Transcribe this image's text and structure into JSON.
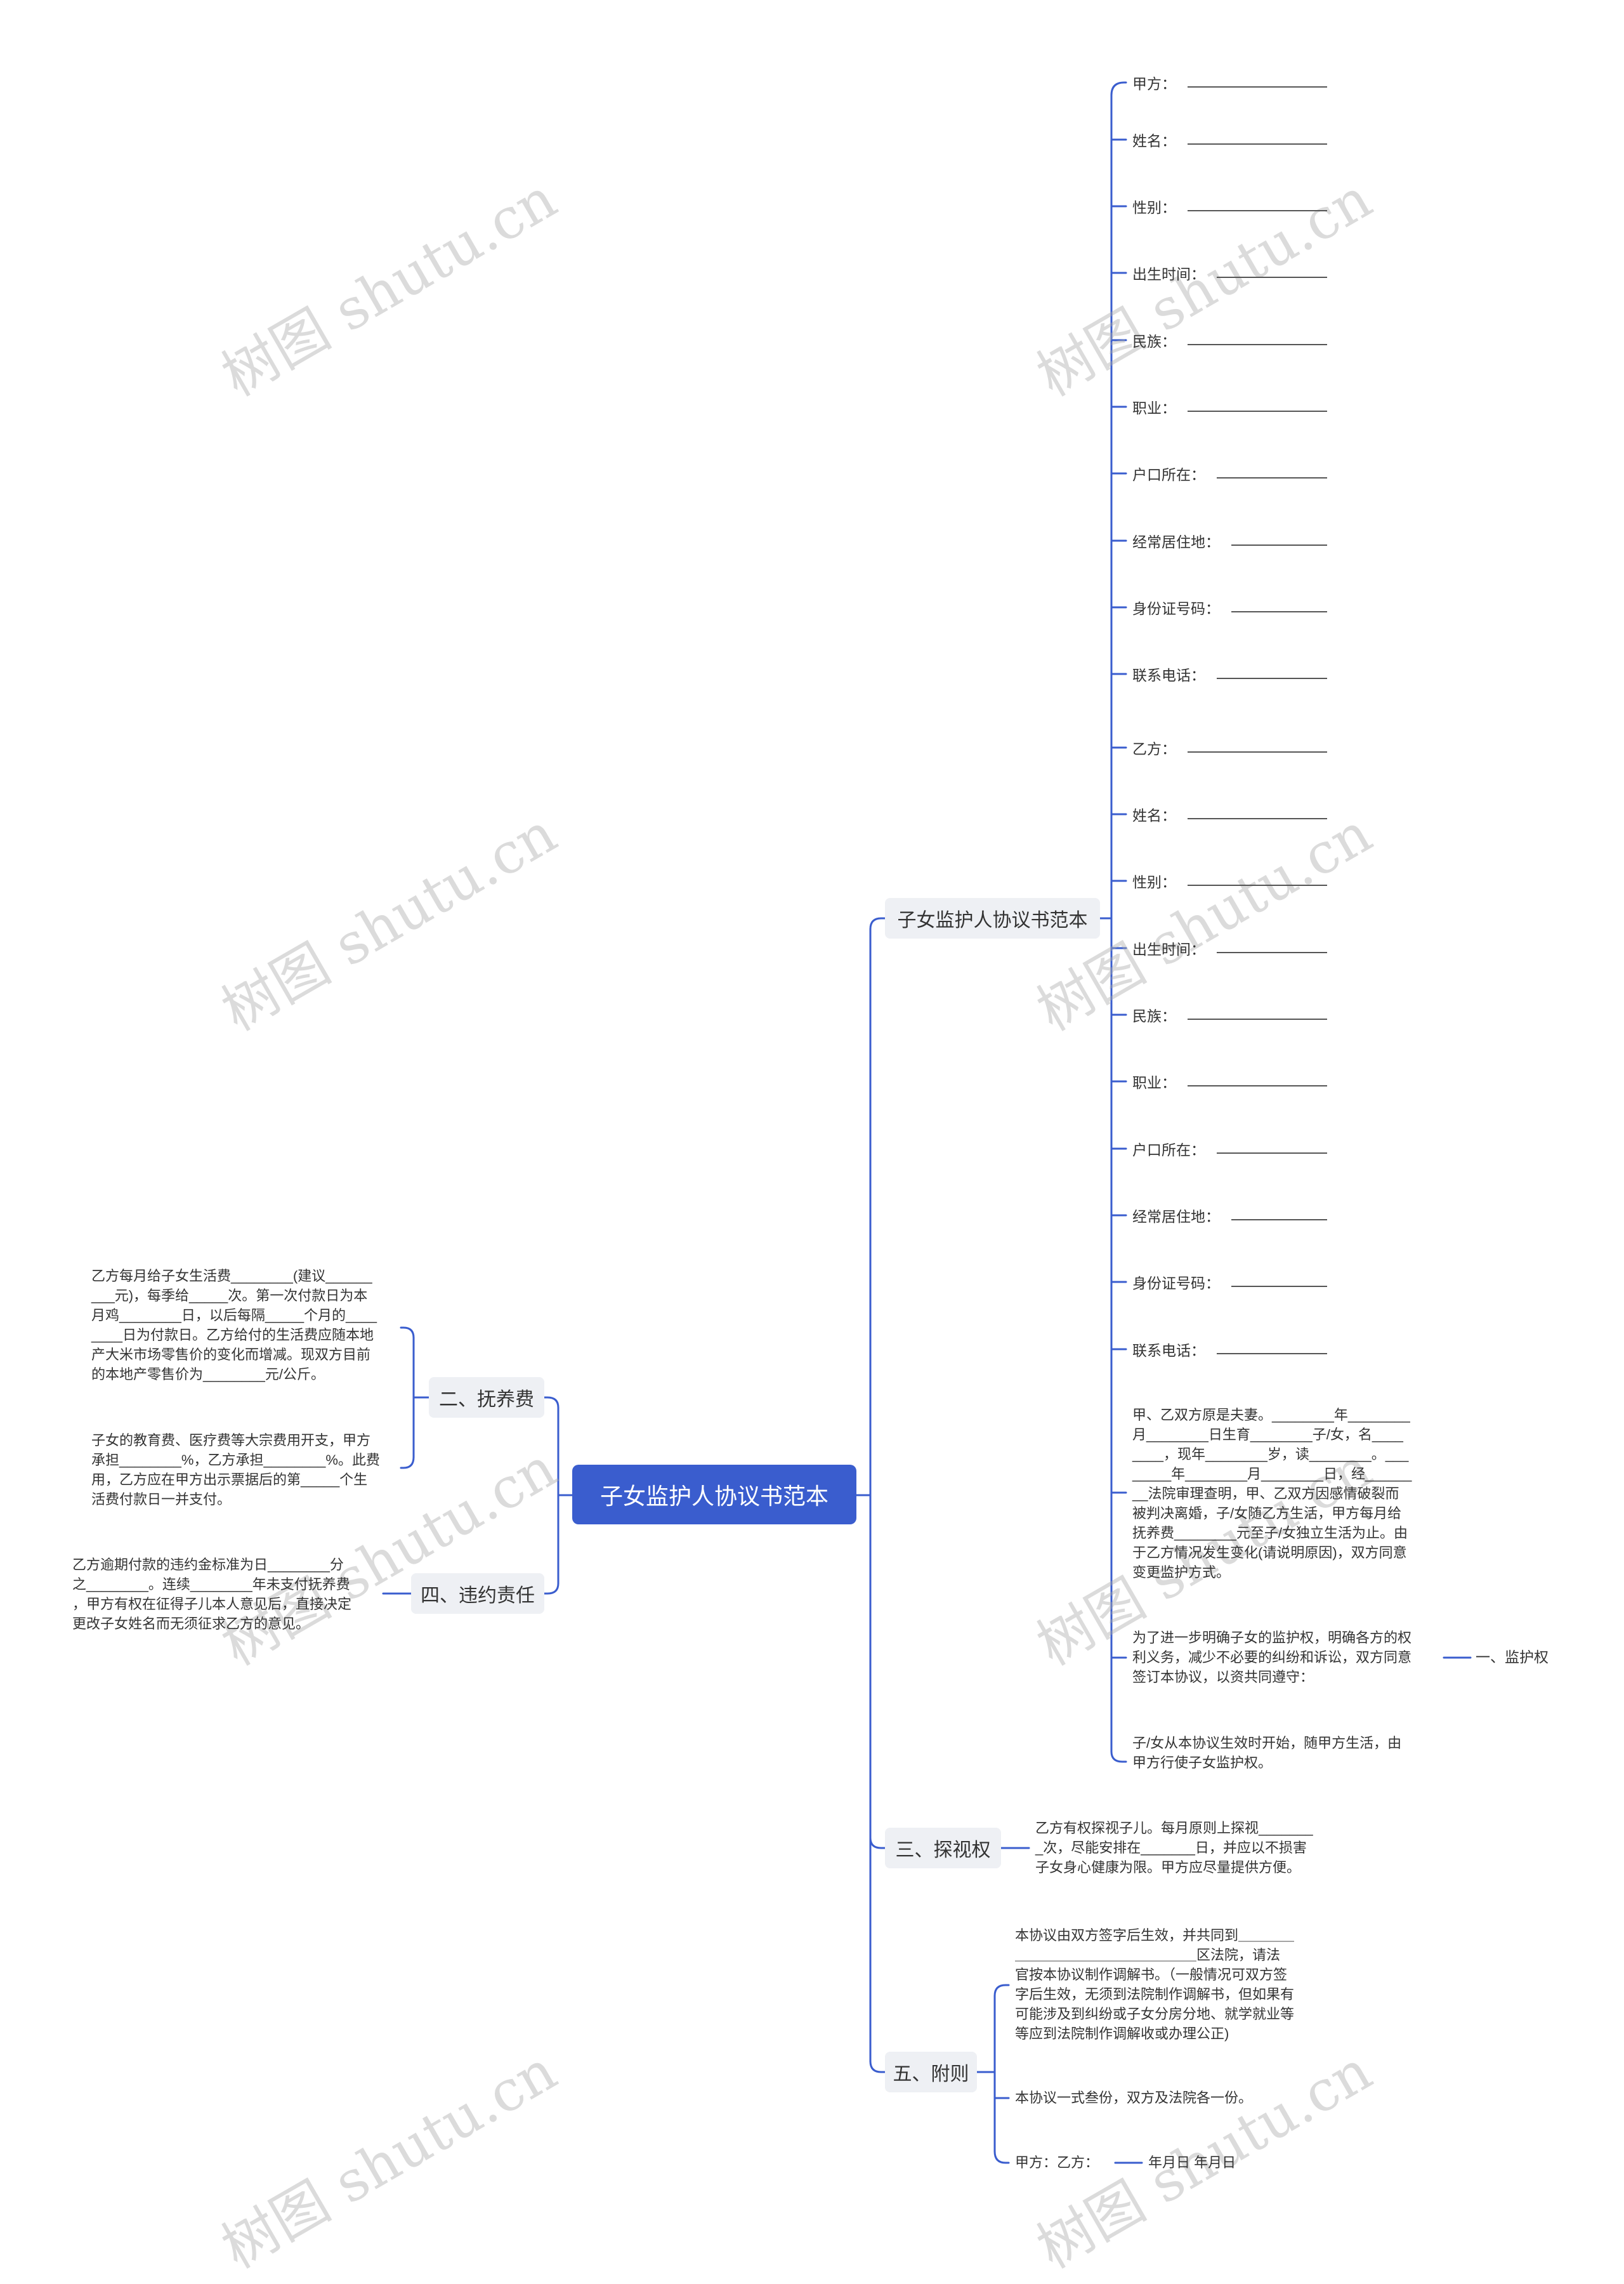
{
  "root": {
    "label": "子女监护人协议书范本"
  },
  "left_branches": {
    "support": {
      "label": "二、抚养费",
      "p1": "乙方每月给子女生活费________(建议______\n___元)，每季给_____次。第一次付款日为本\n月鸡________日，以后每隔_____个月的____\n____日为付款日。乙方给付的生活费应随本地\n产大米市场零售价的变化而增减。现双方目前\n的本地产零售价为________元/公斤。",
      "p2": "子女的教育费、医疗费等大宗费用开支，甲方\n承担________%，乙方承担________%。此费\n用，乙方应在甲方出示票据后的第_____个生\n活费付款日一并支付。"
    },
    "breach": {
      "label": "四、违约责任",
      "p1": "乙方逾期付款的违约金标准为日________分\n之________。连续________年未支付抚养费\n，甲方有权在征得子儿本人意见后，直接决定\n更改子女姓名而无须征求乙方的意见。"
    }
  },
  "right_branches": {
    "main": {
      "label": "子女监护人协议书范本",
      "fields": [
        "甲方：",
        "姓名：",
        "性别：",
        "出生时间：",
        "民族：",
        "职业：",
        "户口所在：",
        "经常居住地：",
        "身份证号码：",
        "联系电话：",
        "乙方：",
        "姓名：",
        "性别：",
        "出生时间：",
        "民族：",
        "职业：",
        "户口所在：",
        "经常居住地：",
        "身份证号码：",
        "联系电话："
      ],
      "p_marriage": "甲、乙双方原是夫妻。________年________\n月________日生育________子/女，名____\n____，现年________岁，读________。___\n_____年________月________日，经______\n__法院审理查明，甲、乙双方因感情破裂而\n被判决离婚，子/女随乙方生活，甲方每月给\n抚养费________元至子/女独立生活为止。由\n于乙方情况发生变化(请说明原因)，双方同意\n变更监护方式。",
      "p_purpose": "为了进一步明确子女的监护权，明确各方的权\n利义务，减少不必要的纠纷和诉讼，双方同意\n签订本协议，以资共同遵守：",
      "guardianship_label": "一、监护权",
      "p_custody": "子/女从本协议生效时开始，随甲方生活，由\n甲方行使子女监护权。"
    },
    "visit": {
      "label": "三、探视权",
      "p1": "乙方有权探视子儿。每月原则上探视_______\n_次，尽能安排在_______日，并应以不损害\n子女身心健康为限。甲方应尽量提供方便。"
    },
    "appendix": {
      "label": "五、附则",
      "p1": "本协议由双方签字后生效，并共同到＿＿＿＿\n＿＿＿＿＿＿＿＿＿＿＿＿＿区法院，请法\n官按本协议制作调解书。（一般情况可双方签\n字后生效，无须到法院制作调解书，但如果有\n可能涉及到纠纷或子女分房分地、就学就业等\n等应到法院制作调解收或办理公正)",
      "p2": "本协议一式叁份，双方及法院各一份。",
      "p3": "甲方：乙方：",
      "p3_child": "年月日 年月日"
    }
  },
  "watermark": {
    "text": "树图 shutu.cn"
  },
  "colors": {
    "root": "#3a5dce",
    "line": "#3a5dce",
    "branch_bg": "#eef0f4",
    "text": "#333333"
  }
}
